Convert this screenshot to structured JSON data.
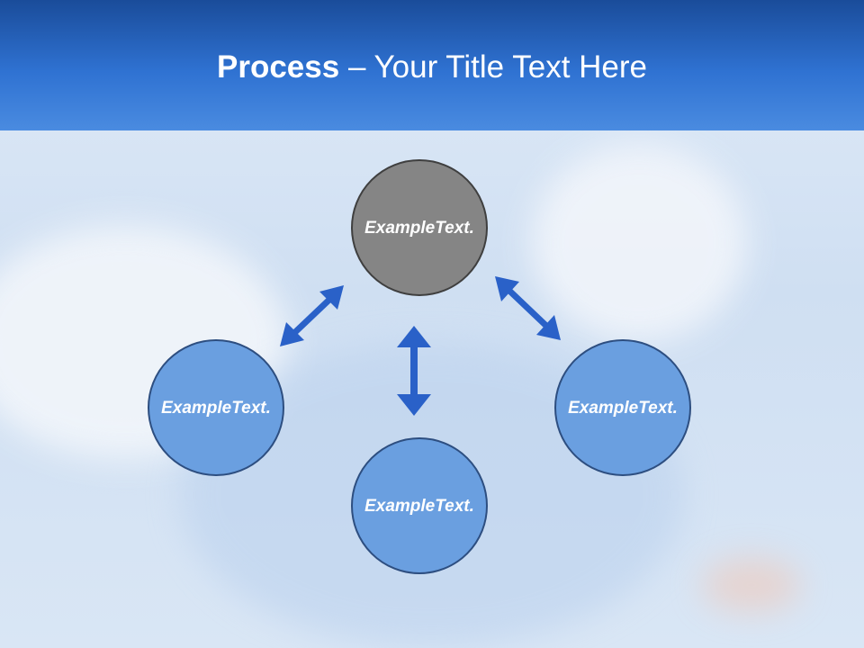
{
  "header": {
    "title_bold": "Process",
    "title_rest": " – Your Title Text Here"
  },
  "nodes": {
    "top": "Example Text.",
    "left": "Example Text.",
    "bottom": "Example Text.",
    "right": "Example Text."
  },
  "colors": {
    "header": "#2f72d2",
    "node_grey": "#858585",
    "node_blue": "#6a9fe0",
    "arrow": "#2a61c8"
  }
}
